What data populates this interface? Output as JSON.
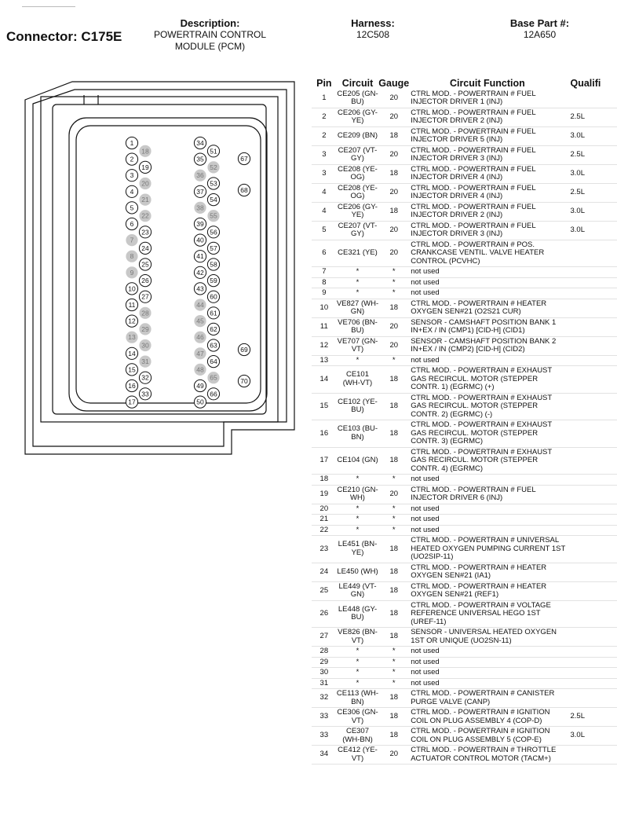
{
  "header": {
    "connector": "Connector: C175E",
    "description_label": "Description:",
    "description": "POWERTRAIN CONTROL MODULE (PCM)",
    "harness_label": "Harness:",
    "harness": "12C508",
    "base_part_label": "Base Part #:",
    "base_part": "12A650"
  },
  "table": {
    "headers": {
      "pin": "Pin",
      "circuit": "Circuit",
      "gauge": "Gauge",
      "function": "Circuit Function",
      "qualifier": "Qualifi"
    },
    "rows": [
      {
        "pin": "1",
        "circuit": "CE205 (GN-BU)",
        "gauge": "20",
        "function": "CTRL MOD. - POWERTRAIN # FUEL INJECTOR DRIVER 1 (INJ)",
        "qualifier": ""
      },
      {
        "pin": "2",
        "circuit": "CE206 (GY-YE)",
        "gauge": "20",
        "function": "CTRL MOD. - POWERTRAIN # FUEL INJECTOR DRIVER 2 (INJ)",
        "qualifier": "2.5L"
      },
      {
        "pin": "2",
        "circuit": "CE209 (BN)",
        "gauge": "18",
        "function": "CTRL MOD. - POWERTRAIN # FUEL INJECTOR DRIVER 5 (INJ)",
        "qualifier": "3.0L"
      },
      {
        "pin": "3",
        "circuit": "CE207 (VT-GY)",
        "gauge": "20",
        "function": "CTRL MOD. - POWERTRAIN # FUEL INJECTOR DRIVER 3 (INJ)",
        "qualifier": "2.5L"
      },
      {
        "pin": "3",
        "circuit": "CE208 (YE-OG)",
        "gauge": "18",
        "function": "CTRL MOD. - POWERTRAIN # FUEL INJECTOR DRIVER 4 (INJ)",
        "qualifier": "3.0L"
      },
      {
        "pin": "4",
        "circuit": "CE208 (YE-OG)",
        "gauge": "20",
        "function": "CTRL MOD. - POWERTRAIN # FUEL INJECTOR DRIVER 4 (INJ)",
        "qualifier": "2.5L"
      },
      {
        "pin": "4",
        "circuit": "CE206 (GY-YE)",
        "gauge": "18",
        "function": "CTRL MOD. - POWERTRAIN # FUEL INJECTOR DRIVER 2 (INJ)",
        "qualifier": "3.0L"
      },
      {
        "pin": "5",
        "circuit": "CE207 (VT-GY)",
        "gauge": "20",
        "function": "CTRL MOD. - POWERTRAIN # FUEL INJECTOR DRIVER 3 (INJ)",
        "qualifier": "3.0L"
      },
      {
        "pin": "6",
        "circuit": "CE321 (YE)",
        "gauge": "20",
        "function": "CTRL MOD. - POWERTRAIN # POS. CRANKCASE VENTIL. VALVE HEATER CONTROL (PCVHC)",
        "qualifier": ""
      },
      {
        "pin": "7",
        "circuit": "*",
        "gauge": "*",
        "function": "not used",
        "qualifier": ""
      },
      {
        "pin": "8",
        "circuit": "*",
        "gauge": "*",
        "function": "not used",
        "qualifier": ""
      },
      {
        "pin": "9",
        "circuit": "*",
        "gauge": "*",
        "function": "not used",
        "qualifier": ""
      },
      {
        "pin": "10",
        "circuit": "VE827 (WH-GN)",
        "gauge": "18",
        "function": "CTRL MOD. - POWERTRAIN # HEATER OXYGEN SEN#21 (O2S21 CUR)",
        "qualifier": ""
      },
      {
        "pin": "11",
        "circuit": "VE706 (BN-BU)",
        "gauge": "20",
        "function": "SENSOR - CAMSHAFT POSITION BANK 1 IN+EX / IN (CMP1) [CID-H] (CID1)",
        "qualifier": ""
      },
      {
        "pin": "12",
        "circuit": "VE707 (GN-VT)",
        "gauge": "20",
        "function": "SENSOR - CAMSHAFT POSITION BANK 2 IN+EX / IN (CMP2) [CID-H] (CID2)",
        "qualifier": ""
      },
      {
        "pin": "13",
        "circuit": "*",
        "gauge": "*",
        "function": "not used",
        "qualifier": ""
      },
      {
        "pin": "14",
        "circuit": "CE101 (WH-VT)",
        "gauge": "18",
        "function": "CTRL MOD. - POWERTRAIN # EXHAUST GAS RECIRCUL. MOTOR (STEPPER CONTR. 1) (EGRMC) (+)",
        "qualifier": ""
      },
      {
        "pin": "15",
        "circuit": "CE102 (YE-BU)",
        "gauge": "18",
        "function": "CTRL MOD. - POWERTRAIN # EXHAUST GAS RECIRCUL. MOTOR (STEPPER CONTR. 2) (EGRMC) (-)",
        "qualifier": ""
      },
      {
        "pin": "16",
        "circuit": "CE103 (BU-BN)",
        "gauge": "18",
        "function": "CTRL MOD. - POWERTRAIN # EXHAUST GAS RECIRCUL. MOTOR (STEPPER CONTR. 3) (EGRMC)",
        "qualifier": ""
      },
      {
        "pin": "17",
        "circuit": "CE104 (GN)",
        "gauge": "18",
        "function": "CTRL MOD. - POWERTRAIN # EXHAUST GAS RECIRCUL. MOTOR (STEPPER CONTR. 4) (EGRMC)",
        "qualifier": ""
      },
      {
        "pin": "18",
        "circuit": "*",
        "gauge": "*",
        "function": "not used",
        "qualifier": ""
      },
      {
        "pin": "19",
        "circuit": "CE210 (GN-WH)",
        "gauge": "20",
        "function": "CTRL MOD. - POWERTRAIN # FUEL INJECTOR DRIVER 6 (INJ)",
        "qualifier": ""
      },
      {
        "pin": "20",
        "circuit": "*",
        "gauge": "*",
        "function": "not used",
        "qualifier": ""
      },
      {
        "pin": "21",
        "circuit": "*",
        "gauge": "*",
        "function": "not used",
        "qualifier": ""
      },
      {
        "pin": "22",
        "circuit": "*",
        "gauge": "*",
        "function": "not used",
        "qualifier": ""
      },
      {
        "pin": "23",
        "circuit": "LE451 (BN-YE)",
        "gauge": "18",
        "function": "CTRL MOD. - POWERTRAIN # UNIVERSAL HEATED OXYGEN PUMPING CURRENT 1ST (UO2SIP-11)",
        "qualifier": ""
      },
      {
        "pin": "24",
        "circuit": "LE450 (WH)",
        "gauge": "18",
        "function": "CTRL MOD. - POWERTRAIN # HEATER OXYGEN SEN#21 (IA1)",
        "qualifier": ""
      },
      {
        "pin": "25",
        "circuit": "LE449 (VT-GN)",
        "gauge": "18",
        "function": "CTRL MOD. - POWERTRAIN # HEATER OXYGEN SEN#21 (REF1)",
        "qualifier": ""
      },
      {
        "pin": "26",
        "circuit": "LE448 (GY-BU)",
        "gauge": "18",
        "function": "CTRL MOD. - POWERTRAIN # VOLTAGE REFERENCE UNIVERSAL HEGO 1ST (UREF-11)",
        "qualifier": ""
      },
      {
        "pin": "27",
        "circuit": "VE826 (BN-VT)",
        "gauge": "18",
        "function": "SENSOR - UNIVERSAL HEATED OXYGEN 1ST OR UNIQUE (UO2SN-11)",
        "qualifier": ""
      },
      {
        "pin": "28",
        "circuit": "*",
        "gauge": "*",
        "function": "not used",
        "qualifier": ""
      },
      {
        "pin": "29",
        "circuit": "*",
        "gauge": "*",
        "function": "not used",
        "qualifier": ""
      },
      {
        "pin": "30",
        "circuit": "*",
        "gauge": "*",
        "function": "not used",
        "qualifier": ""
      },
      {
        "pin": "31",
        "circuit": "*",
        "gauge": "*",
        "function": "not used",
        "qualifier": ""
      },
      {
        "pin": "32",
        "circuit": "CE113 (WH-BN)",
        "gauge": "18",
        "function": "CTRL MOD. - POWERTRAIN # CANISTER PURGE VALVE (CANP)",
        "qualifier": ""
      },
      {
        "pin": "33",
        "circuit": "CE306 (GN-VT)",
        "gauge": "18",
        "function": "CTRL MOD. - POWERTRAIN # IGNITION COIL ON PLUG ASSEMBLY 4 (COP-D)",
        "qualifier": "2.5L"
      },
      {
        "pin": "33",
        "circuit": "CE307 (WH-BN)",
        "gauge": "18",
        "function": "CTRL MOD. - POWERTRAIN # IGNITION COIL ON PLUG ASSEMBLY 5 (COP-E)",
        "qualifier": "3.0L"
      },
      {
        "pin": "34",
        "circuit": "CE412 (YE-VT)",
        "gauge": "20",
        "function": "CTRL MOD. - POWERTRAIN # THROTTLE ACTUATOR CONTROL MOTOR (TACM+)",
        "qualifier": ""
      }
    ]
  },
  "connector_pins": {
    "left_col_a": [
      "1",
      "2",
      "3",
      "4",
      "5",
      "6",
      "7",
      "8",
      "9",
      "10",
      "11",
      "12",
      "13",
      "14",
      "15",
      "16",
      "17"
    ],
    "left_col_b": [
      "18",
      "19",
      "20",
      "21",
      "22",
      "23",
      "24",
      "25",
      "26",
      "27",
      "28",
      "29",
      "30",
      "31",
      "32",
      "33"
    ],
    "right_col_a": [
      "34",
      "35",
      "36",
      "37",
      "38",
      "39",
      "40",
      "41",
      "42",
      "43",
      "44",
      "45",
      "46",
      "47",
      "48",
      "49",
      "50"
    ],
    "right_col_b": [
      "51",
      "52",
      "53",
      "54",
      "55",
      "56",
      "57",
      "58",
      "59",
      "60",
      "61",
      "62",
      "63",
      "64",
      "65",
      "66"
    ],
    "far_right": [
      "67",
      "68",
      "69",
      "70"
    ],
    "unused_pins": [
      "7",
      "8",
      "9",
      "13",
      "18",
      "20",
      "21",
      "22",
      "28",
      "29",
      "30",
      "31",
      "36",
      "38",
      "44",
      "45",
      "46",
      "47",
      "48",
      "52",
      "55",
      "65"
    ],
    "colors": {
      "used_fill": "#ffffff",
      "unused_fill": "#c8c8c8",
      "outline": "#111111"
    }
  }
}
